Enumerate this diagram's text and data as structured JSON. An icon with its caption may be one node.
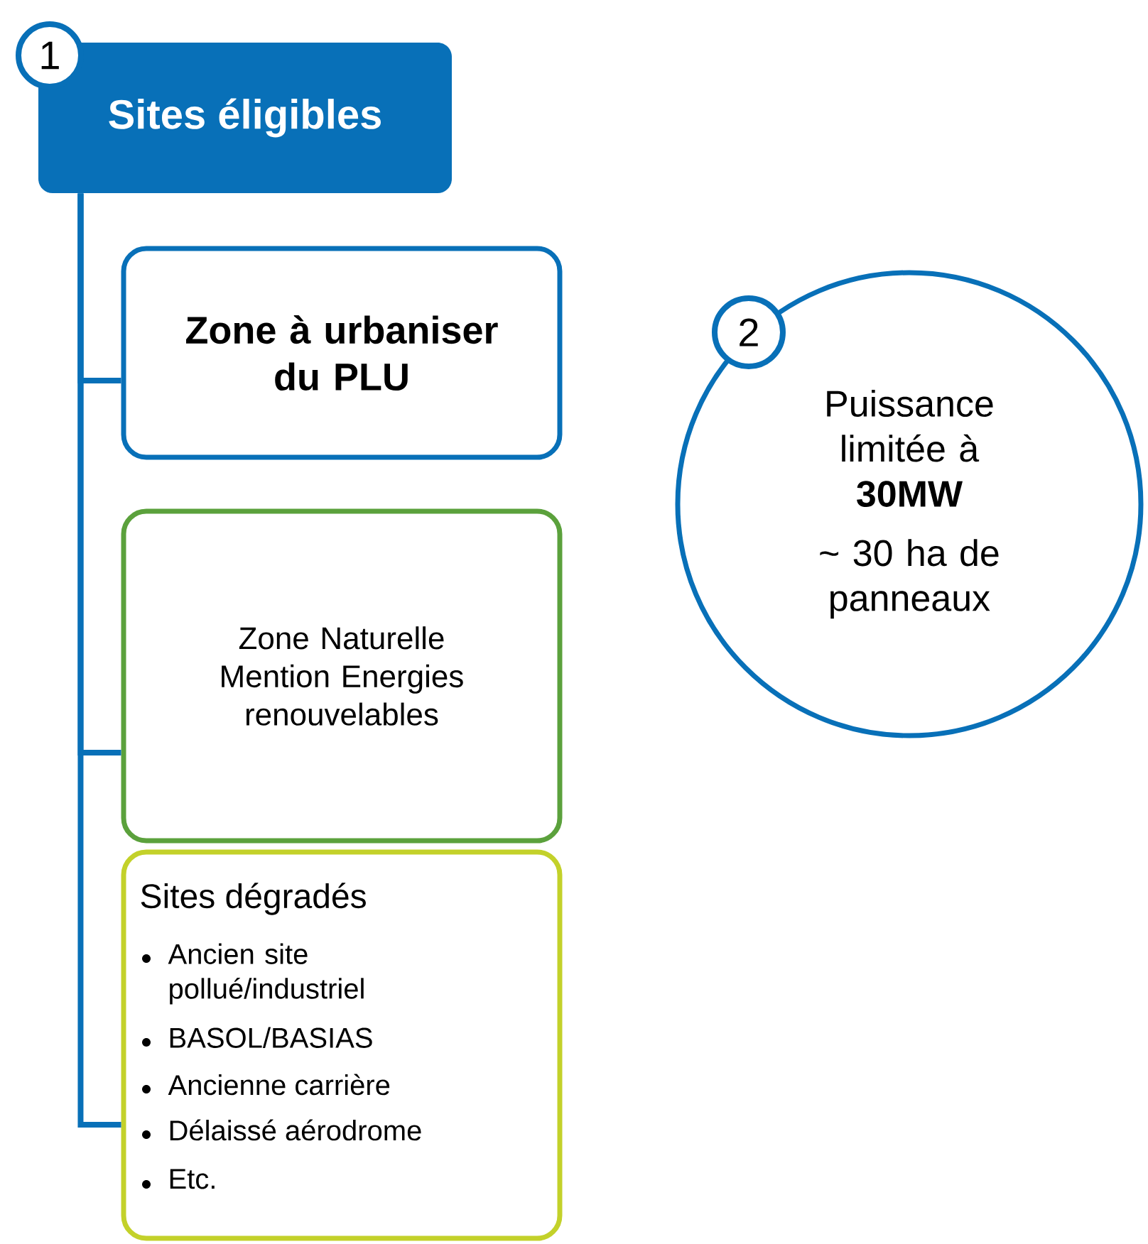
{
  "diagram": {
    "nodes": [
      {
        "text": [
          "1"
        ]
      },
      {
        "text": [
          "Sites éligibles"
        ]
      },
      {
        "text": [
          "Zone à urbaniser du PLU"
        ]
      },
      {
        "text": [
          "Zone Naturelle Mention Energies renouvelables"
        ]
      },
      {
        "text": [
          "Sites dégradés",
          "Ancien site pollué/industriel",
          "BASOL/BASIAS",
          "Ancienne carrière",
          "Délaissé aérodrome",
          "Etc."
        ]
      },
      {
        "text": [
          "2"
        ]
      },
      {
        "text": [
          "Puissance limitée à **30MW**",
          "~ 30 ha de panneaux"
        ]
      }
    ],
    "edges": [
      {
        "from": 1,
        "to": 2,
        "arrow": "none"
      },
      {
        "from": 1,
        "to": 3,
        "arrow": "none"
      },
      {
        "from": 1,
        "to": 4,
        "arrow": "none"
      }
    ]
  }
}
